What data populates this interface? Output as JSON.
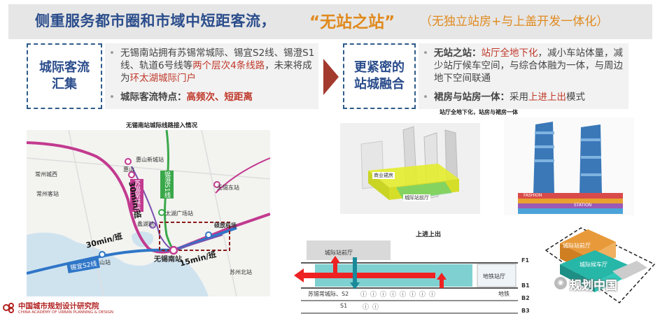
{
  "title": {
    "main": "侧重服务都市圈和市域中短距客流，",
    "highlight": "“无站之站”",
    "sub": "（无独立站房+与上盖开发一体化）"
  },
  "left_box": {
    "label": "城际客流\n汇集"
  },
  "left_bullets": {
    "b1_pre": "无锡南站拥有苏锡常城际、锡宜S2线、锡澄S1线、轨道6号线等",
    "b1_red": "两个层次4条线路",
    "b1_mid": "，未来将成为",
    "b1_red2": "环太湖城际门户",
    "b2_pre": "城际客流特点：",
    "b2_red": "高频次、短距离"
  },
  "right_box": {
    "label": "更紧密的\n站城融合"
  },
  "right_bullets": {
    "b1_pre": "无站之站：",
    "b1_red": "站厅全地下化",
    "b1_rest": "，减小车站体量，减少站厅候车空间，与综合体融为一体，与周边地下空间联通",
    "b2_pre": "裙房与站房一体：",
    "b2_mid": "采用",
    "b2_red": "上进上出",
    "b2_rest": "模式"
  },
  "map": {
    "caption": "无锡南站城际线路接入情况",
    "labels": {
      "huishan": "惠山",
      "huishan_new": "惠山新城站",
      "wuxi_east": "无锡东站",
      "taihu_square": "太湖广场站",
      "lihu": "蠡湖站",
      "shuofang": "硕放机场",
      "wuxi_south": "无锡南站",
      "mashan": "马山站",
      "changzhou_west": "常州城西",
      "changzhou_kr": "常州客站",
      "suzhou": "苏州北站"
    },
    "lines": {
      "s1": "锡澄S1线",
      "s2": "锡宜S2线",
      "intercity": "苏锡常城际",
      "t30a": "30min/班",
      "t30b": "30min/班",
      "t15": "15min/班"
    }
  },
  "render1": {
    "label1": "商业裙房",
    "label2": "城际站前厅"
  },
  "render2": {
    "caption": "站厅全地下化，站房与裙房一体",
    "label1": "FASHION",
    "label2": "STATION"
  },
  "section": {
    "caption": "上进上出",
    "hall": "城际站前厅",
    "metro_hall": "地铁站厅",
    "levels": [
      "F1",
      "B1",
      "B2",
      "B3"
    ],
    "line_b2": "苏锡常城际、S2",
    "metro_b2": "地铁",
    "line_b3": "S1"
  },
  "iso": {
    "label1": "城际站前厅",
    "label2": "城际候车厅"
  },
  "watermark": "规划中国",
  "footer": {
    "cn": "中国城市规划设计研究院",
    "en": "CHINA ACADEMY OF URBAN PLANNING & DESIGN"
  },
  "colors": {
    "title_blue": "#2b4d8c",
    "orange": "#e08a1e",
    "red": "#c0392b",
    "dash": "#2e5b8a",
    "arrow": "#a33a2e"
  }
}
